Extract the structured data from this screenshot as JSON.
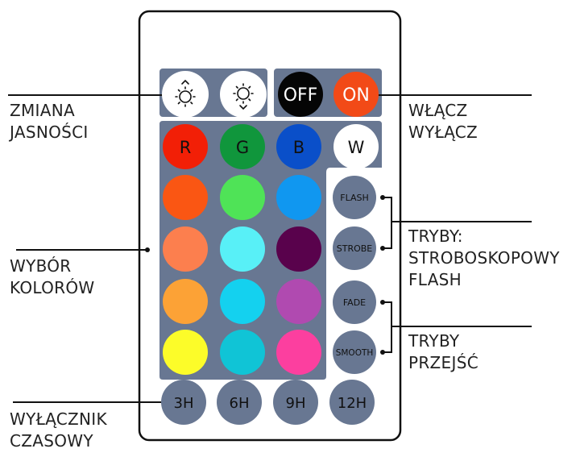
{
  "annotations": {
    "brightness": [
      "ZMIANA",
      "JASNOŚCI"
    ],
    "power": [
      "WŁĄCZ",
      "WYŁĄCZ"
    ],
    "colors": [
      "WYBÓR",
      "KOLORÓW"
    ],
    "timer": [
      "WYŁĄCZNIK",
      "CZASOWY"
    ],
    "modes_strobe": [
      "TRYBY:",
      "STROBOSKOPOWY",
      "FLASH"
    ],
    "modes_transition": [
      "TRYBY",
      "PRZEJŚĆ"
    ]
  },
  "remote": {
    "brightness_buttons": [
      {
        "name": "brightness-down-button",
        "icon": "brightness-down-icon"
      },
      {
        "name": "brightness-up-button",
        "icon": "brightness-up-icon"
      }
    ],
    "power_buttons": [
      {
        "name": "off-button",
        "label": "OFF",
        "color": "#050505"
      },
      {
        "name": "on-button",
        "label": "ON",
        "color": "#f24a17"
      }
    ],
    "rgbw_buttons": [
      {
        "name": "red-button",
        "label": "R",
        "color": "#f21f06"
      },
      {
        "name": "green-button",
        "label": "G",
        "color": "#10963c"
      },
      {
        "name": "blue-button",
        "label": "B",
        "color": "#0a4fc9"
      },
      {
        "name": "white-button",
        "label": "W",
        "color": "#ffffff"
      }
    ],
    "color_grid": [
      [
        "#fa5613",
        "#4fe357",
        "#1097f0"
      ],
      [
        "#fc7f4e",
        "#58f0f7",
        "#59024c"
      ],
      [
        "#fca236",
        "#14d1ef",
        "#b04ab0"
      ],
      [
        "#fcfc29",
        "#10c4d6",
        "#fc3f9f"
      ]
    ],
    "mode_buttons": [
      {
        "name": "flash-button",
        "label": "FLASH"
      },
      {
        "name": "strobe-button",
        "label": "STROBE"
      },
      {
        "name": "fade-button",
        "label": "FADE"
      },
      {
        "name": "smooth-button",
        "label": "SMOOTH"
      }
    ],
    "timer_buttons": [
      {
        "name": "timer-3h-button",
        "label": "3H"
      },
      {
        "name": "timer-6h-button",
        "label": "6H"
      },
      {
        "name": "timer-9h-button",
        "label": "9H"
      },
      {
        "name": "timer-12h-button",
        "label": "12H"
      }
    ]
  },
  "colors": {
    "panel": "#687792",
    "button_gray": "#687792",
    "outline": "#111111"
  }
}
